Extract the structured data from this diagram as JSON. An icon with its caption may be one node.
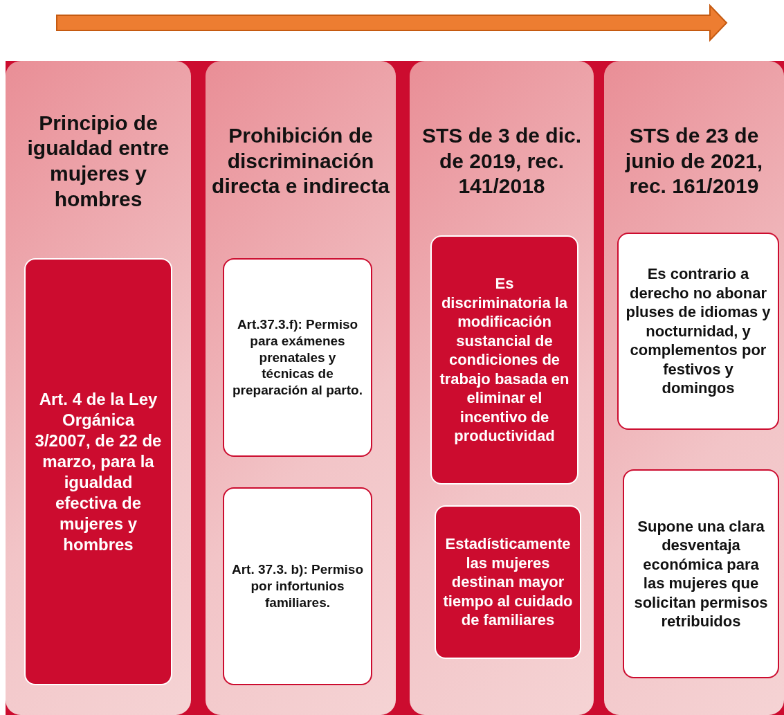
{
  "diagram": {
    "nodes": [
      {
        "text": [
          "Principio de igualdad entre mujeres y hombres"
        ]
      },
      {
        "text": [
          "Art. 4 de la Ley Orgánica 3/2007, de 22 de marzo, para la igualdad efectiva de mujeres y hombres"
        ],
        "in": 0
      },
      {
        "text": [
          "Prohibición de discriminación directa e indirecta"
        ]
      },
      {
        "text": [
          "Art.37.3.f): Permiso para exámenes prenatales y técnicas de preparación al parto."
        ],
        "in": 2
      },
      {
        "text": [
          "Art. 37.3. b): Permiso por infortunios familiares."
        ],
        "in": 2
      },
      {
        "text": [
          "STS de 3 de dic. de 2019, rec. 141/2018"
        ]
      },
      {
        "text": [
          "Es discriminatoria la modificación sustancial de condiciones de trabajo basada en eliminar el incentivo de productividad"
        ],
        "in": 5
      },
      {
        "text": [
          "Estadísticamente las mujeres destinan mayor tiempo al cuidado de familiares"
        ],
        "in": 5
      },
      {
        "text": [
          "STS de 23 de junio de 2021, rec. 161/2019"
        ]
      },
      {
        "text": [
          "Es contrario a derecho no abonar pluses de idiomas y nocturnidad, y complementos por festivos y domingos"
        ],
        "in": 8
      },
      {
        "text": [
          "Supone una clara desventaja económica para las mujeres que solicitan permisos retribuidos"
        ],
        "in": 8
      }
    ]
  }
}
